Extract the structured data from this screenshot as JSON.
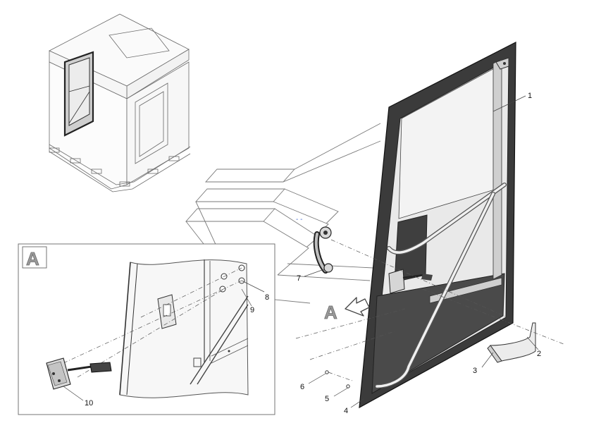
{
  "diagram": {
    "view_label": "A",
    "arrow_label": "A",
    "callouts": [
      "1",
      "2",
      "3",
      "4",
      "5",
      "6",
      "7",
      "8",
      "9",
      "10"
    ]
  }
}
